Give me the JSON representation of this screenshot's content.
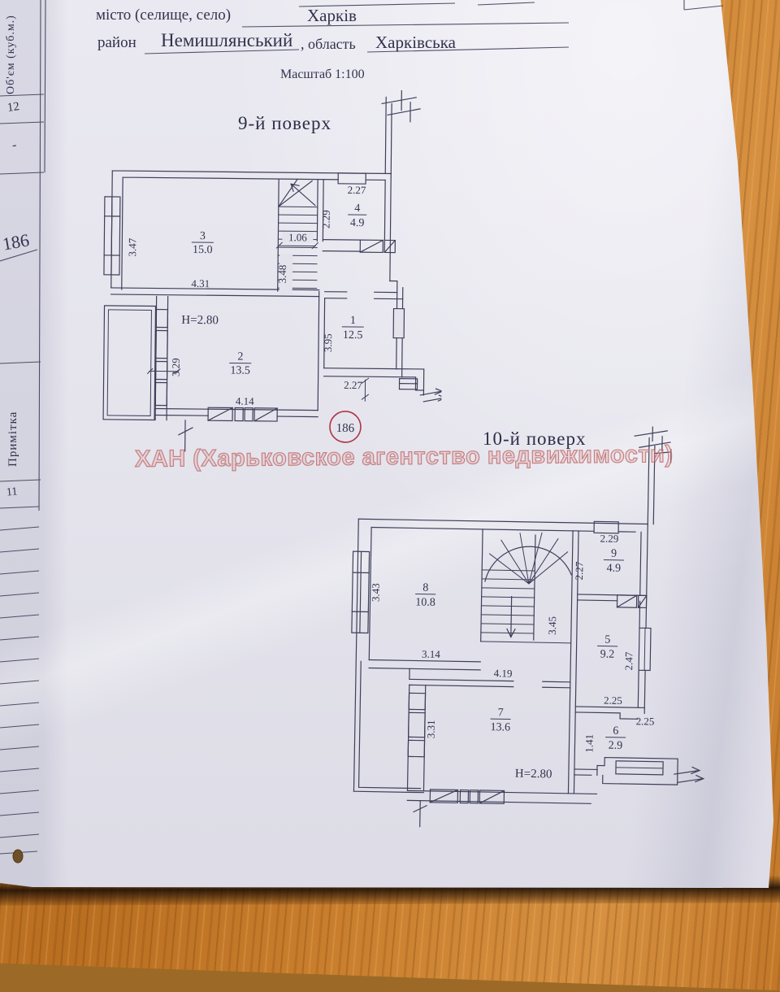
{
  "form": {
    "city_label": "місто (селище, село)",
    "city_value": "Харків",
    "district_label": "район",
    "district_value": "Немишлянський",
    "region_label": ", область",
    "region_value": "Харківська",
    "scale_label": "Масштаб 1:100"
  },
  "margin_column": {
    "volume_header": "Об'єм (куб.м.)",
    "column_number": "12",
    "empty_value": "-",
    "handwritten_value": "186",
    "note_header": "Примітка",
    "row_number": "11"
  },
  "watermark": "ХАН (Харьковское агентство недвижимости)",
  "plan9": {
    "title": "9-й поверх",
    "ceiling_height": "H=2.80",
    "stamp_number": "186",
    "rooms": {
      "r1": {
        "number": "1",
        "area": "12.5"
      },
      "r2": {
        "number": "2",
        "area": "13.5"
      },
      "r3": {
        "number": "3",
        "area": "15.0"
      },
      "r4": {
        "number": "4",
        "area": "4.9"
      }
    },
    "dims": {
      "room3_height": "3.47",
      "room3_width": "4.31",
      "room4_width": "2.27",
      "stair_side": "2.29",
      "stair_width": "1.06",
      "stair_depth": "3.48",
      "room2_height": "3.29",
      "room2_width": "4.14",
      "room1_height": "3.95",
      "room1_width": "2.27"
    }
  },
  "plan10": {
    "title": "10-й поверх",
    "ceiling_height": "H=2.80",
    "rooms": {
      "r5": {
        "number": "5",
        "area": "9.2"
      },
      "r6": {
        "number": "6",
        "area": "2.9"
      },
      "r7": {
        "number": "7",
        "area": "13.6"
      },
      "r8": {
        "number": "8",
        "area": "10.8"
      },
      "r9": {
        "number": "9",
        "area": "4.9"
      }
    },
    "dims": {
      "room8_height": "3.43",
      "room8_width": "3.14",
      "room9_width": "2.29",
      "room9_height": "2.27",
      "hall_depth": "3.45",
      "right_wall": "2.47",
      "room7_width": "4.19",
      "room7_height": "3.31",
      "room6_width": "2.25",
      "niche_width": "2.25",
      "room6_height": "1.41"
    }
  },
  "colors": {
    "ink": "#32324e",
    "height_blue": "#2f52a8",
    "stamp_red": "#b03345",
    "watermark_red": "#ba6262",
    "paper": "#e4e3ec",
    "wood": "#c27a2a"
  }
}
